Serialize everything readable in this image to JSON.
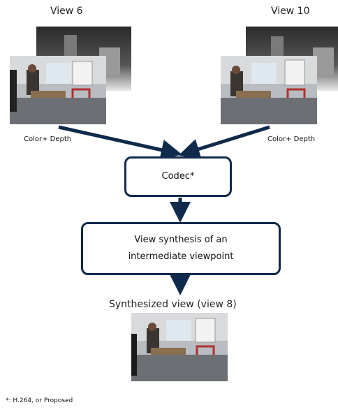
{
  "views": {
    "left_title": "View 6",
    "right_title": "View 10",
    "left_caption": "Color+ Depth",
    "right_caption": "Color+ Depth"
  },
  "boxes": {
    "codec": "Codec*",
    "synthesis_line1": "View synthesis of an",
    "synthesis_line2": "intermediate viewpoint"
  },
  "output": {
    "title": "Synthesized view (view 8)"
  },
  "footnote": "*: H.264, or Proposed",
  "colors": {
    "arrow": "#0f2a4a",
    "box_border": "#0f2a4a"
  }
}
